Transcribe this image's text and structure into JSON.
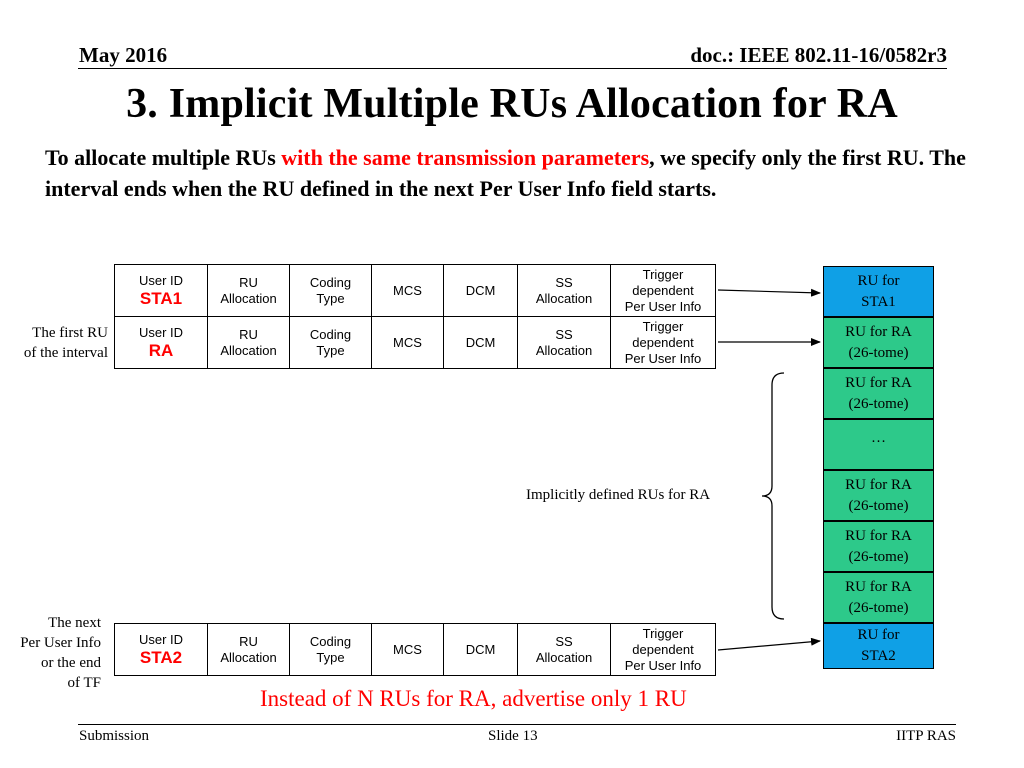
{
  "header": {
    "date": "May 2016",
    "doc": "doc.: IEEE 802.11-16/0582r3"
  },
  "title": "3. Implicit Multiple RUs Allocation for RA",
  "intro": {
    "part1": "To allocate multiple RUs ",
    "highlight": "with the same transmission parameters",
    "part2": ", we specify only the first RU. The interval ends when the RU defined in the next Per User Info field starts."
  },
  "fields_table": {
    "rows": [
      {
        "user_id_label": "User ID",
        "user_id": "STA1",
        "ru_alloc": [
          "RU",
          "Allocation"
        ],
        "coding": [
          "Coding",
          "Type"
        ],
        "mcs": "MCS",
        "dcm": "DCM",
        "ss": [
          "SS",
          "Allocation"
        ],
        "trigger": [
          "Trigger",
          "dependent",
          "Per User Info"
        ]
      },
      {
        "user_id_label": "User ID",
        "user_id": "RA",
        "ru_alloc": [
          "RU",
          "Allocation"
        ],
        "coding": [
          "Coding",
          "Type"
        ],
        "mcs": "MCS",
        "dcm": "DCM",
        "ss": [
          "SS",
          "Allocation"
        ],
        "trigger": [
          "Trigger",
          "dependent",
          "Per User Info"
        ]
      },
      {
        "user_id_label": "User ID",
        "user_id": "STA2",
        "ru_alloc": [
          "RU",
          "Allocation"
        ],
        "coding": [
          "Coding",
          "Type"
        ],
        "mcs": "MCS",
        "dcm": "DCM",
        "ss": [
          "SS",
          "Allocation"
        ],
        "trigger": [
          "Trigger",
          "dependent",
          "Per User Info"
        ]
      }
    ]
  },
  "side_labels": {
    "first_ru": [
      "The first RU",
      "of the interval"
    ],
    "next": [
      "The next",
      "Per User Info",
      "or the end",
      "of TF"
    ]
  },
  "ru_column": [
    {
      "lines": [
        "RU for",
        "STA1"
      ],
      "color": "#0fa0e6"
    },
    {
      "lines": [
        "RU for RA",
        "(26-tome)"
      ],
      "color": "#2dc98a"
    },
    {
      "lines": [
        "RU for RA",
        "(26-tome)"
      ],
      "color": "#2dc98a"
    },
    {
      "lines": [
        "…"
      ],
      "color": "#2dc98a"
    },
    {
      "lines": [
        "RU for RA",
        "(26-tome)"
      ],
      "color": "#2dc98a"
    },
    {
      "lines": [
        "RU for RA",
        "(26-tome)"
      ],
      "color": "#2dc98a"
    },
    {
      "lines": [
        "RU for RA",
        "(26-tome)"
      ],
      "color": "#2dc98a"
    },
    {
      "lines": [
        "RU for",
        "STA2"
      ],
      "color": "#0fa0e6"
    }
  ],
  "implicit_label": "Implicitly defined RUs for RA",
  "bottom_note": "Instead of N RUs for RA, advertise only 1 RU",
  "footer": {
    "left": "Submission",
    "center": "Slide 13",
    "right": "IITP RAS"
  }
}
